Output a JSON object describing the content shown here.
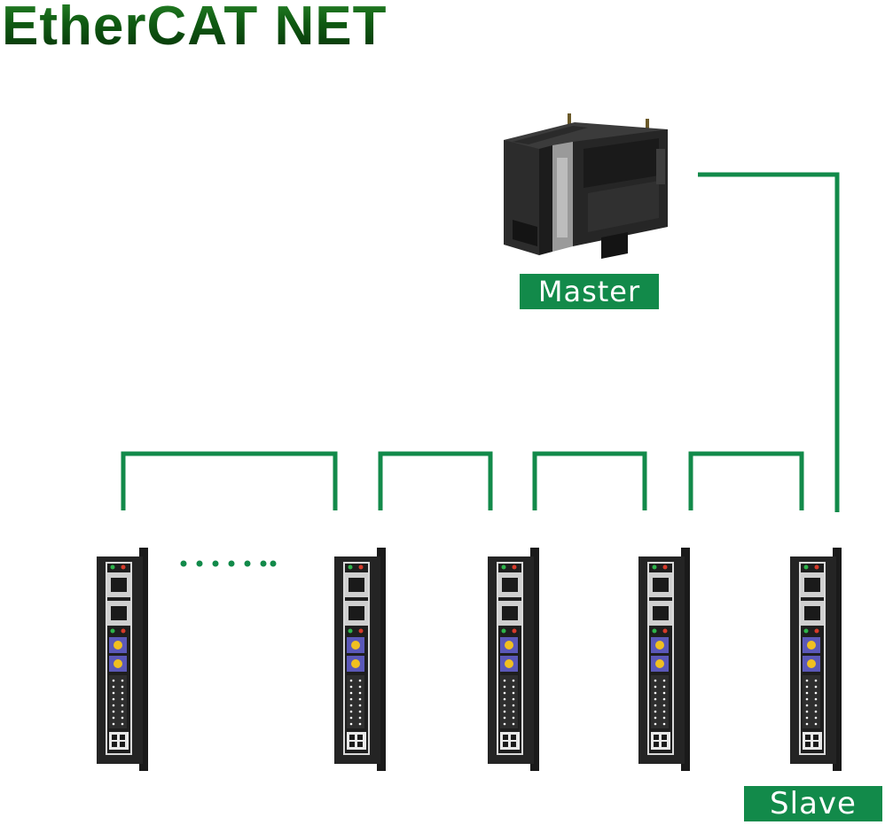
{
  "title": "EtherCAT NET",
  "colors": {
    "title_top": "#2a8a2a",
    "title_bottom": "#062e08",
    "line": "#128a4a",
    "tag_bg": "#128a4a",
    "tag_text": "#ffffff",
    "device_body": "#1f1f1f",
    "device_panel": "#2a2a2a"
  },
  "labels": {
    "master": "Master",
    "slave": "Slave"
  },
  "slave_count_shown": 5,
  "ellipsis_dots": 7
}
